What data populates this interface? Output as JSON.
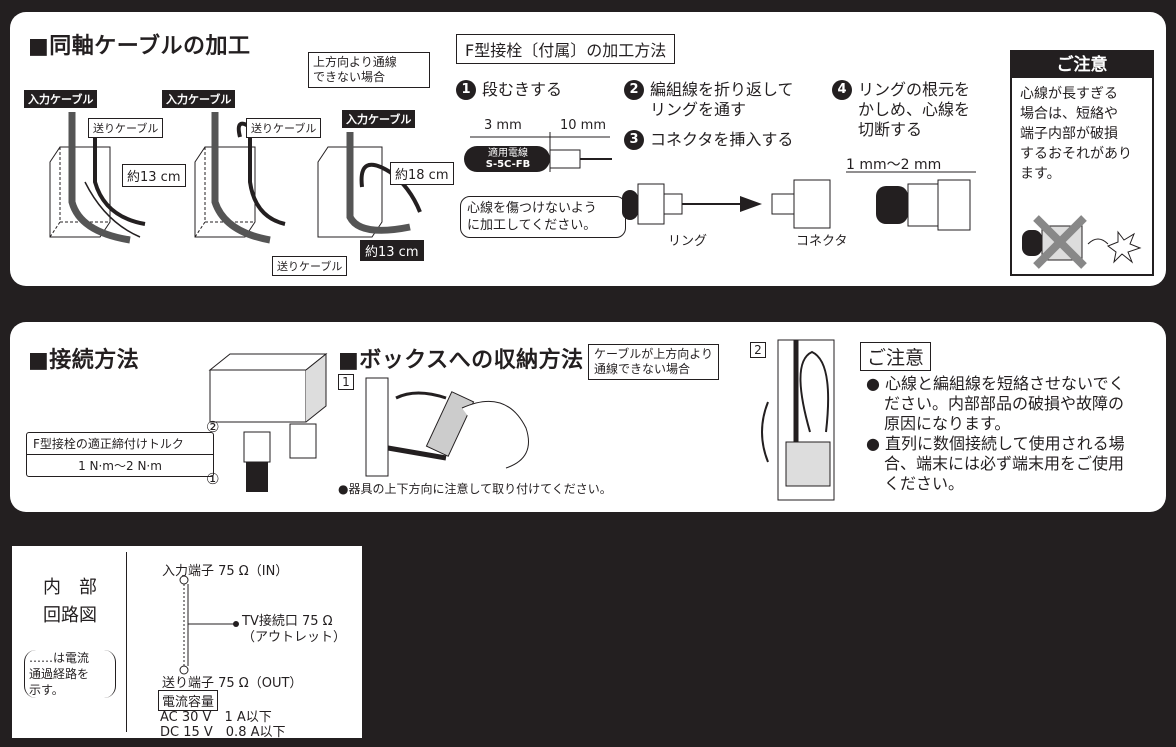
{
  "section_top": {
    "title": "■同軸ケーブルの加工",
    "upward_note_l1": "上方向より通線",
    "upward_note_l2": "できない場合",
    "box1": {
      "input_cable": "入力ケーブル",
      "send_cable": "送りケーブル",
      "length": "約13 cm"
    },
    "box2": {
      "input_cable": "入力ケーブル",
      "send_cable": "送りケーブル"
    },
    "box3": {
      "input_cable": "入力ケーブル",
      "length_top": "約18 cm",
      "length_bottom": "約13 cm",
      "send_cable": "送りケーブル"
    },
    "f_connector_title": "F型接栓〔付属〕の加工方法",
    "steps": {
      "s1": {
        "num": "1",
        "text": "段むきする"
      },
      "s2": {
        "num": "2",
        "line1": "編組線を折り返して",
        "line2": "リングを通す"
      },
      "s3": {
        "num": "3",
        "text": "コネクタを挿入する"
      },
      "s4": {
        "num": "4",
        "line1": "リングの根元を",
        "line2": "かしめ、心線を",
        "line3": "切断する"
      }
    },
    "dim_3mm": "3 mm",
    "dim_10mm": "10 mm",
    "cable_label_1": "適用電線",
    "cable_label_2": "S-5C-FB",
    "callout_l1": "心線を傷つけないよう",
    "callout_l2": "に加工してください。",
    "ring_label": "リング",
    "connector_label": "コネクタ",
    "dim_1to2mm": "1 mm〜2 mm",
    "caution": {
      "title": "ご注意",
      "l1": "心線が長すぎる",
      "l2": "場合は、短絡や",
      "l3": "端子内部が破損",
      "l4": "するおそれがあり",
      "l5": "ます。"
    }
  },
  "section_mid": {
    "connect_title": "■接続方法",
    "torque_label": "F型接栓の適正締付けトルク",
    "torque_value": "1 N·m〜2 N·m",
    "step_1": "①",
    "step_2": "②",
    "storage_title": "■ボックスへの収納方法",
    "storage_note_l1": "ケーブルが上方向より",
    "storage_note_l2": "通線できない場合",
    "fig1": "1",
    "fig2": "2",
    "mount_note": "●器具の上下方向に注意して取り付けてください。",
    "caution_title": "ご注意",
    "bullet1_l1": "● 心線と編組線を短絡させないでく",
    "bullet1_l2": "ださい。内部部品の破損や故障の",
    "bullet1_l3": "原因になります。",
    "bullet2_l1": "● 直列に数個接続して使用される場",
    "bullet2_l2": "合、端末には必ず端末用をご使用",
    "bullet2_l3": "ください。"
  },
  "section_bottom": {
    "heading_l1": "内　部",
    "heading_l2": "回路図",
    "paren_l1": "……は電流",
    "paren_l2": "通過経路を",
    "paren_l3": "示す。",
    "input_terminal": "入力端子 75 Ω（IN）",
    "tv_port_l1": "TV接続口 75 Ω",
    "tv_port_l2": "（アウトレット）",
    "out_terminal": "送り端子 75 Ω（OUT）",
    "capacity_title": "電流容量",
    "ac": "AC 30 V　1 A以下",
    "dc": "DC 15 V　0.8 A以下"
  }
}
